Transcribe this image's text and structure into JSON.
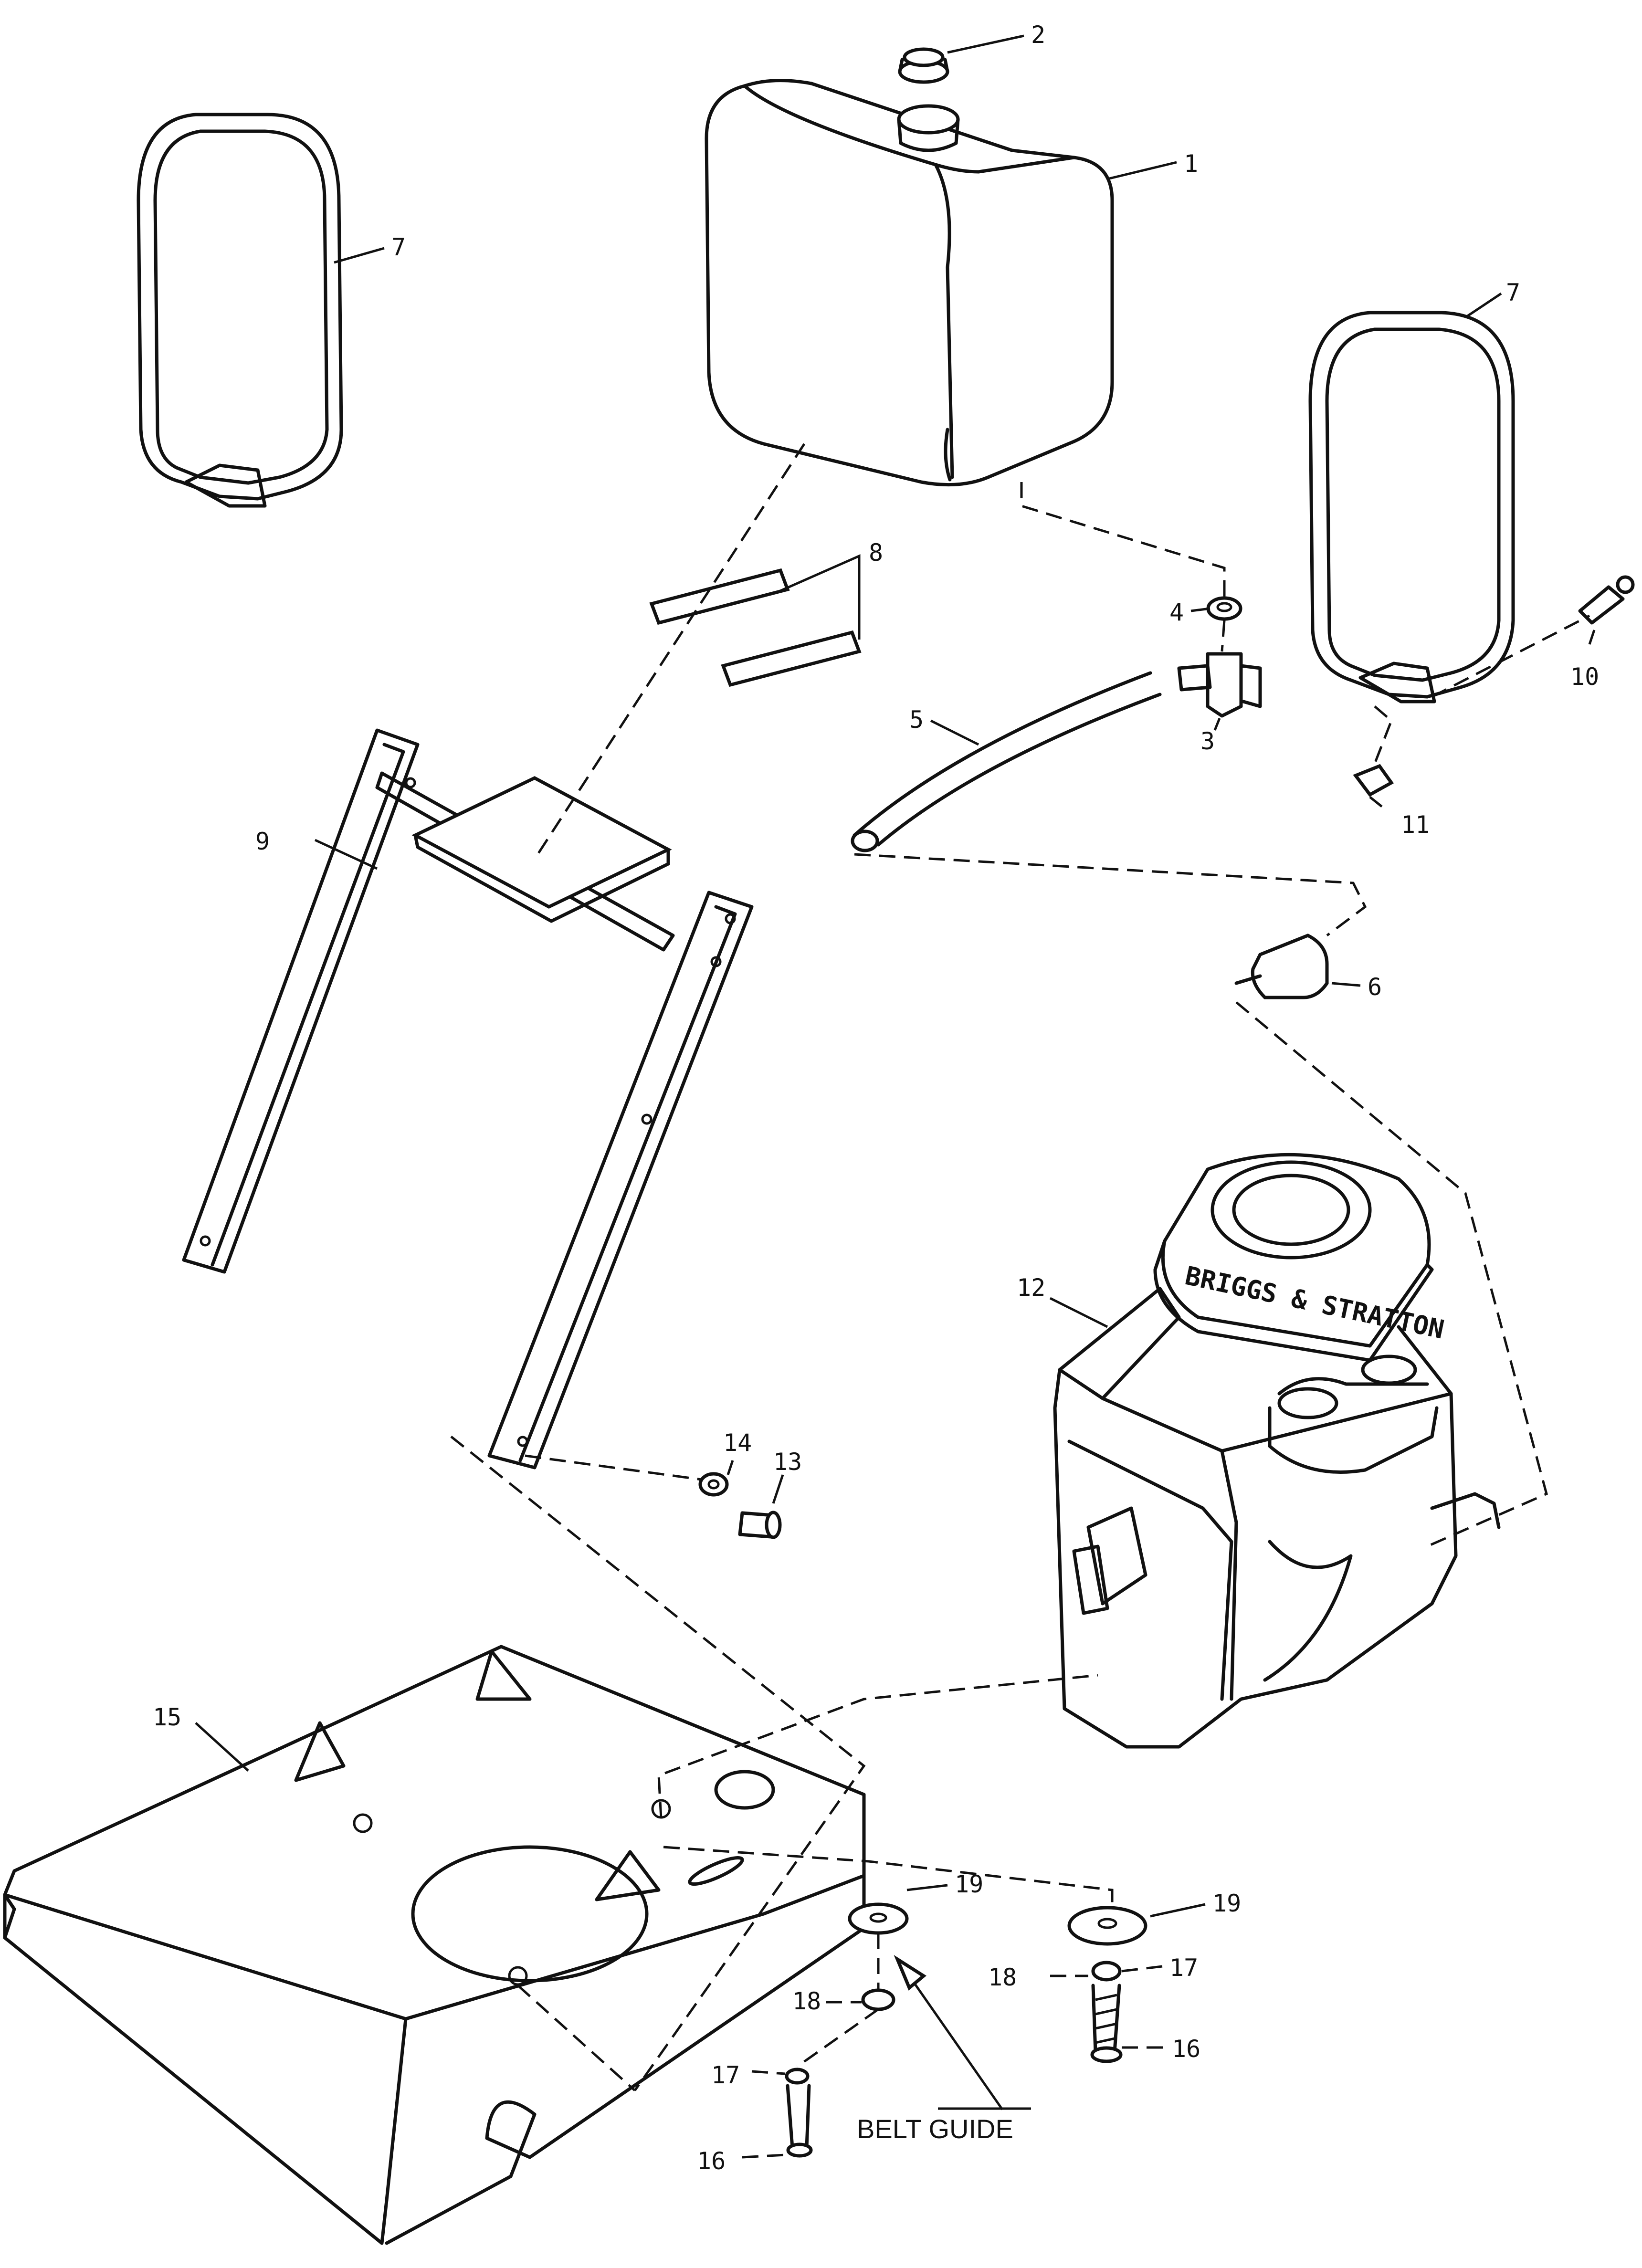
{
  "callouts": {
    "c1": "1",
    "c2": "2",
    "c3": "3",
    "c4": "4",
    "c5": "5",
    "c6": "6",
    "c7a": "7",
    "c7b": "7",
    "c8": "8",
    "c9": "9",
    "c10": "10",
    "c11": "11",
    "c12": "12",
    "c13": "13",
    "c14": "14",
    "c15": "15",
    "c16a": "16",
    "c16b": "16",
    "c17a": "17",
    "c17b": "17",
    "c18a": "18",
    "c18b": "18",
    "c19a": "19",
    "c19b": "19"
  },
  "labels": {
    "belt_guide": "BELT GUIDE"
  },
  "engine_brand_text": "BRIGGS & STRATTON"
}
